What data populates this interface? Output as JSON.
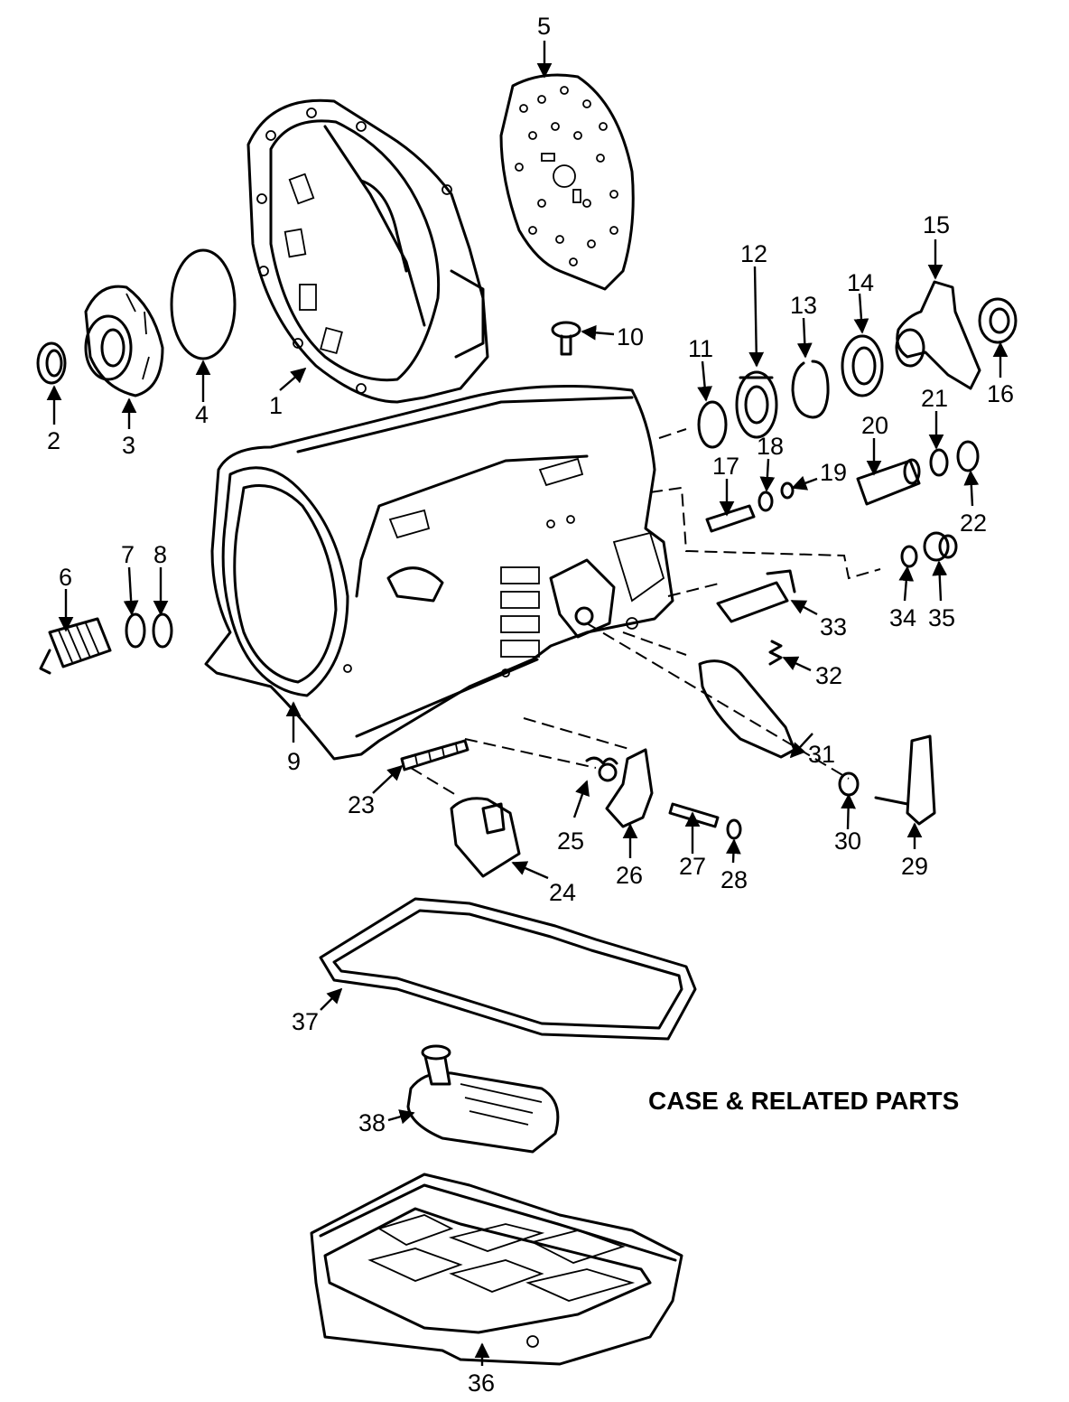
{
  "title": "CASE & RELATED PARTS",
  "callouts": [
    "1",
    "2",
    "3",
    "4",
    "5",
    "6",
    "7",
    "8",
    "9",
    "10",
    "11",
    "12",
    "13",
    "14",
    "15",
    "16",
    "17",
    "18",
    "19",
    "20",
    "21",
    "22",
    "23",
    "24",
    "25",
    "26",
    "27",
    "28",
    "29",
    "30",
    "31",
    "32",
    "33",
    "34",
    "35",
    "36",
    "37",
    "38"
  ]
}
